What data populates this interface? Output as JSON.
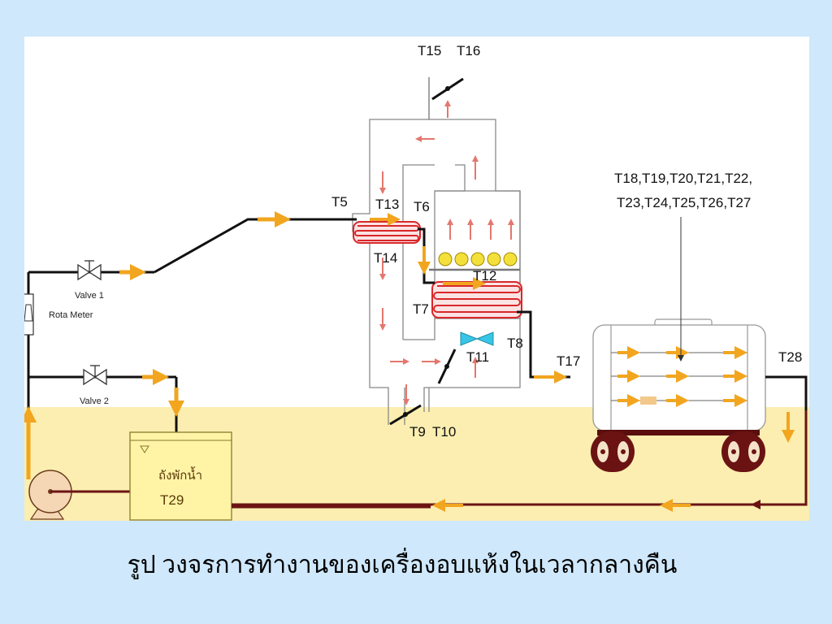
{
  "colors": {
    "slide_bg": "#cfe8fb",
    "panel_bg": "#ffffff",
    "water_area": "#fbeeb0",
    "pipe_black": "#111111",
    "arrow_orange": "#f2a51f",
    "coil_red": "#d8282a",
    "air_arrow": "#e4776f",
    "return_pipe": "#6b1313",
    "tank_fill": "#fff3a6",
    "cylinder_yellow": "#f3e03a",
    "pump_fill": "#f5d7b6",
    "fan_cyan": "#39c6e6"
  },
  "labels": {
    "t15": "T15",
    "t16": "T16",
    "t5": "T5",
    "t13": "T13",
    "t6": "T6",
    "t14": "T14",
    "t12": "T12",
    "t7": "T7",
    "t8": "T8",
    "t11": "T11",
    "t17": "T17",
    "t28": "T28",
    "t9": "T9",
    "t10": "T10",
    "t_group_line1": "T18,T19,T20,T21,T22,",
    "t_group_line2": "T23,T24,T25,T26,T27",
    "valve1": "Valve 1",
    "valve2": "Valve 2",
    "rota_meter": "Rota Meter",
    "tank_name": "ถังพักน้ำ",
    "t29": "T29"
  },
  "caption": "รูป วงจรการทำงานของเครื่องอบแห้งในเวลากลางคืน"
}
